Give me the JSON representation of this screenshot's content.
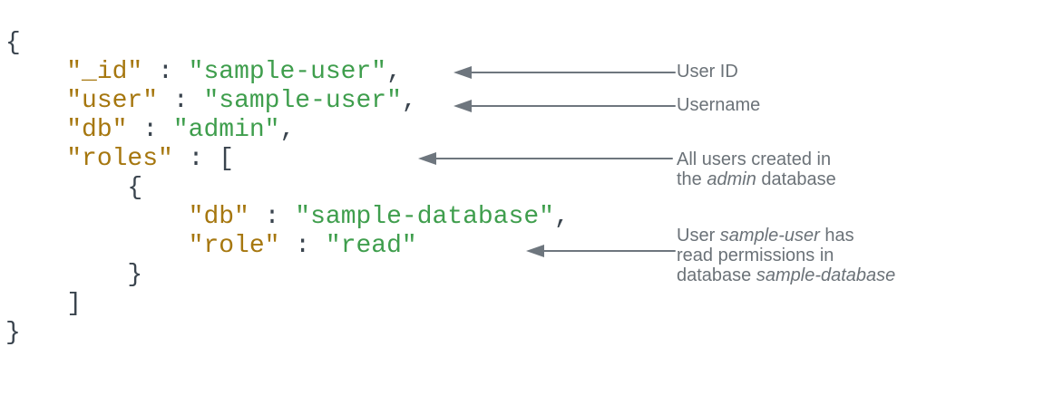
{
  "colors": {
    "key": "#A6770F",
    "string": "#3F9E4D",
    "punctuation": "#3A444E",
    "annotation_gray": "#6B7278",
    "arrow_gray": "#6E767E",
    "background": "#FFFFFF"
  },
  "code": {
    "language": "json",
    "lines": [
      [
        {
          "t": "punc",
          "v": "{"
        }
      ],
      [
        {
          "t": "ws",
          "v": "    "
        },
        {
          "t": "key",
          "v": "\"_id\""
        },
        {
          "t": "punc",
          "v": " : "
        },
        {
          "t": "str",
          "v": "\"sample-user\""
        },
        {
          "t": "punc",
          "v": ","
        }
      ],
      [
        {
          "t": "ws",
          "v": "    "
        },
        {
          "t": "key",
          "v": "\"user\""
        },
        {
          "t": "punc",
          "v": " : "
        },
        {
          "t": "str",
          "v": "\"sample-user\""
        },
        {
          "t": "punc",
          "v": ","
        }
      ],
      [
        {
          "t": "ws",
          "v": "    "
        },
        {
          "t": "key",
          "v": "\"db\""
        },
        {
          "t": "punc",
          "v": " : "
        },
        {
          "t": "str",
          "v": "\"admin\""
        },
        {
          "t": "punc",
          "v": ","
        }
      ],
      [
        {
          "t": "ws",
          "v": "    "
        },
        {
          "t": "key",
          "v": "\"roles\""
        },
        {
          "t": "punc",
          "v": " : ["
        }
      ],
      [
        {
          "t": "ws",
          "v": "        "
        },
        {
          "t": "punc",
          "v": "{"
        }
      ],
      [
        {
          "t": "ws",
          "v": "            "
        },
        {
          "t": "key",
          "v": "\"db\""
        },
        {
          "t": "punc",
          "v": " : "
        },
        {
          "t": "str",
          "v": "\"sample-database\""
        },
        {
          "t": "punc",
          "v": ","
        }
      ],
      [
        {
          "t": "ws",
          "v": "            "
        },
        {
          "t": "key",
          "v": "\"role\""
        },
        {
          "t": "punc",
          "v": " : "
        },
        {
          "t": "str",
          "v": "\"read\""
        }
      ],
      [
        {
          "t": "ws",
          "v": "        "
        },
        {
          "t": "punc",
          "v": "}"
        }
      ],
      [
        {
          "t": "ws",
          "v": "    "
        },
        {
          "t": "punc",
          "v": "]"
        }
      ],
      [
        {
          "t": "punc",
          "v": "}"
        }
      ]
    ]
  },
  "annotations": [
    {
      "target": "_id line",
      "lines": [
        [
          {
            "text": "User ID"
          }
        ]
      ]
    },
    {
      "target": "user line",
      "lines": [
        [
          {
            "text": "Username"
          }
        ]
      ]
    },
    {
      "target": "roles line",
      "lines": [
        [
          {
            "text": "All users created in"
          }
        ],
        [
          {
            "text": "the "
          },
          {
            "text": "admin",
            "italic": true
          },
          {
            "text": " database"
          }
        ]
      ]
    },
    {
      "target": "role read line",
      "lines": [
        [
          {
            "text": "User "
          },
          {
            "text": "sample-user",
            "italic": true
          },
          {
            "text": " has"
          }
        ],
        [
          {
            "text": "read permissions in"
          }
        ],
        [
          {
            "text": "database "
          },
          {
            "text": "sample-database",
            "italic": true
          }
        ]
      ]
    }
  ]
}
